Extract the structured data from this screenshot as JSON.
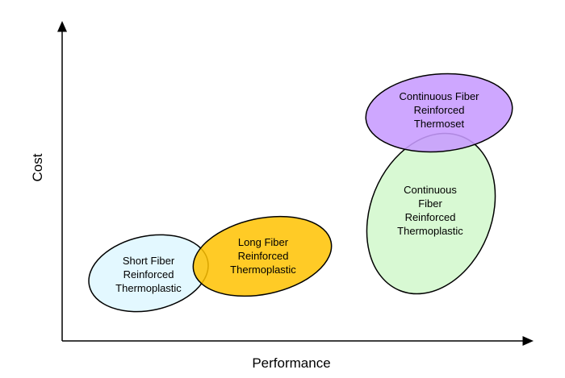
{
  "chart_data": {
    "type": "scatter",
    "title": "",
    "xlabel": "Performance",
    "ylabel": "Cost",
    "grid": false,
    "regions": [
      {
        "id": "short-fiber",
        "lines": [
          "Short Fiber",
          "Reinforced",
          "Thermoplastic"
        ],
        "color": "#CCF2FF",
        "alpha": 0.55
      },
      {
        "id": "long-fiber",
        "lines": [
          "Long Fiber",
          "Reinforced",
          "Thermoplastic"
        ],
        "color": "#FFC200",
        "alpha": 0.85
      },
      {
        "id": "continuous-thermoset",
        "lines": [
          "Continuous Fiber",
          "Reinforced",
          "Thermoset"
        ],
        "color": "#C79BFF",
        "alpha": 0.88
      },
      {
        "id": "continuous-thermoplastic",
        "lines": [
          "Continuous",
          "Fiber",
          "Reinforced",
          "Thermoplastic"
        ],
        "color": "#C8F7C0",
        "alpha": 0.7
      }
    ]
  }
}
